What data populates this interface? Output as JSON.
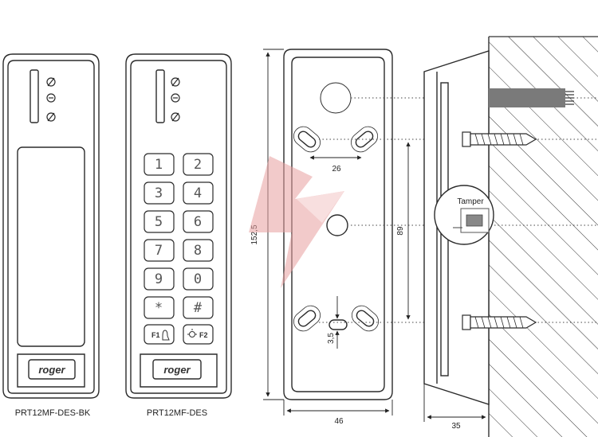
{
  "readers": [
    {
      "model": "PRT12MF-DES-BK",
      "brand": "roger"
    },
    {
      "model": "PRT12MF-DES",
      "brand": "roger"
    }
  ],
  "keypad": {
    "keys": [
      "1",
      "2",
      "3",
      "4",
      "5",
      "6",
      "7",
      "8",
      "9",
      "0",
      "*",
      "#"
    ],
    "f1": "F1",
    "f2": "F2"
  },
  "dimensions": {
    "height": "152,5",
    "width": "46",
    "hole_spacing_h": "26",
    "hole_spacing_v": "89",
    "slot": "3,5",
    "depth": "35"
  },
  "labels": {
    "tamper": "Tamper"
  },
  "colors": {
    "outline": "#2b2b2b",
    "watermark": "#e8a0a0",
    "cable": "#7a7a7a",
    "background": "#ffffff"
  }
}
